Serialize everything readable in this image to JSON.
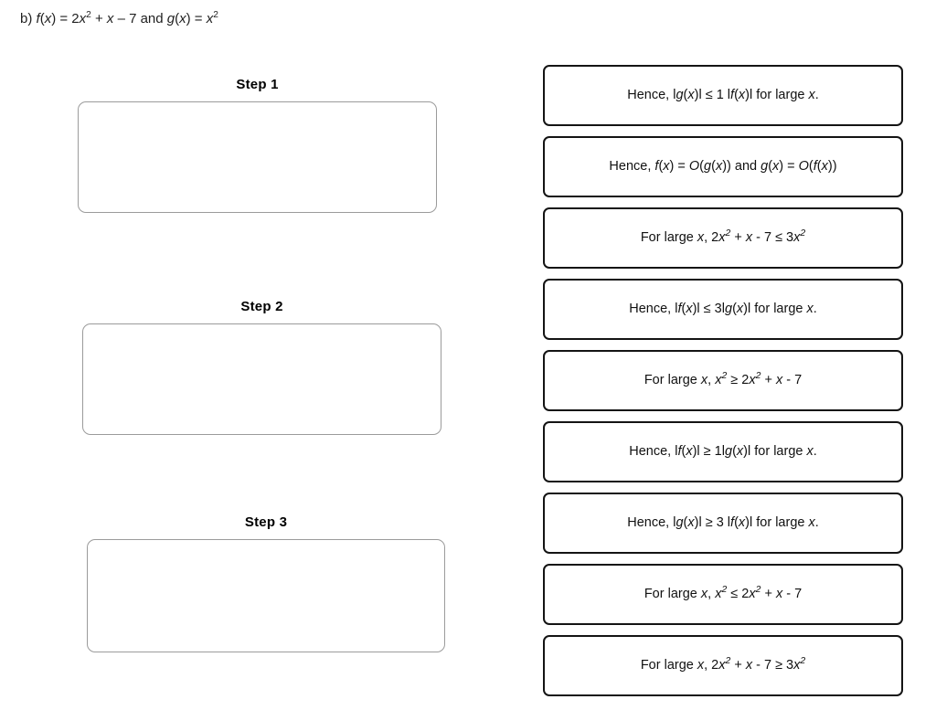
{
  "prompt": {
    "label": "b)",
    "full_text": "b) f(x) = 2x² + x – 7 and g(x) = x²",
    "f_definition": "f(x) = 2x2 + x – 7",
    "g_definition": "g(x) = x2"
  },
  "steps": [
    {
      "label": "Step 1",
      "content": "",
      "placeholder": ""
    },
    {
      "label": "Step 2",
      "content": "",
      "placeholder": ""
    },
    {
      "label": "Step 3",
      "content": "",
      "placeholder": ""
    }
  ],
  "options": [
    {
      "id": "opt-1",
      "text": "Hence, lg(x)l ≤ 1 lf(x)l for large x."
    },
    {
      "id": "opt-2",
      "text": "Hence, f(x) = O(g(x)) and g(x) = O(f(x))"
    },
    {
      "id": "opt-3",
      "text": "For large x, 2x² + x - 7 ≤ 3x²"
    },
    {
      "id": "opt-4",
      "text": "Hence, lf(x)l ≤ 3lg(x)l for large x."
    },
    {
      "id": "opt-5",
      "text": "For large x, x² ≥ 2x² + x - 7"
    },
    {
      "id": "opt-6",
      "text": "Hence, lf(x)l ≥ 1lg(x)l for large x."
    },
    {
      "id": "opt-7",
      "text": "Hence, lg(x)l ≥ 3 lf(x)l for large x."
    },
    {
      "id": "opt-8",
      "text": "For large x, x² ≤ 2x² + x - 7"
    },
    {
      "id": "opt-9",
      "text": "For large x, 2x² + x - 7 ≥ 3x²"
    }
  ],
  "colors": {
    "background": "#ffffff",
    "text": "#1a1a1a",
    "dropzone_border": "#9b9b9b",
    "card_border": "#141414"
  }
}
